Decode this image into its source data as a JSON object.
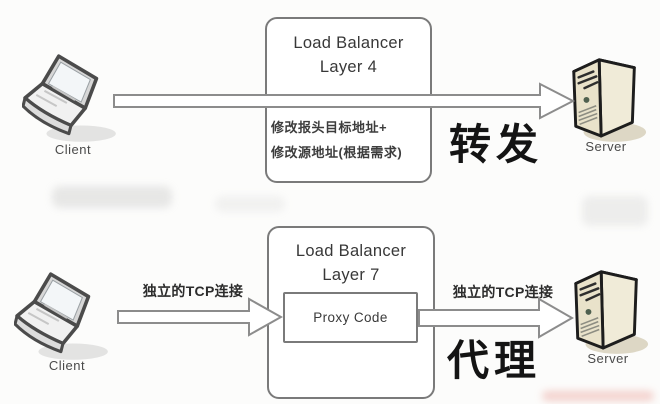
{
  "diagrams": {
    "layer4": {
      "client_label": "Client",
      "server_label": "Server",
      "box_title_line1": "Load Balancer",
      "box_title_line2": "Layer 4",
      "note_line1": "修改报头目标地址+",
      "note_line2": "修改源地址(根据需求)",
      "mode_label": "转发"
    },
    "layer7": {
      "client_label": "Client",
      "server_label": "Server",
      "box_title_line1": "Load Balancer",
      "box_title_line2": "Layer 7",
      "inner_box_label": "Proxy Code",
      "tcp_label_left": "独立的TCP连接",
      "tcp_label_right": "独立的TCP连接",
      "mode_label": "代理"
    }
  },
  "icons": {
    "client": "laptop-icon",
    "server": "server-tower-icon",
    "arrow": "hollow-arrow-right"
  },
  "colors": {
    "background": "#fcfcfb",
    "box_border": "#7a7a7a",
    "arrow_outline": "#8c8c8c",
    "server_front": "#e9e2ca",
    "server_side": "#f0ebd8",
    "server_top": "#f7f4e6",
    "text_dark": "#141414"
  }
}
